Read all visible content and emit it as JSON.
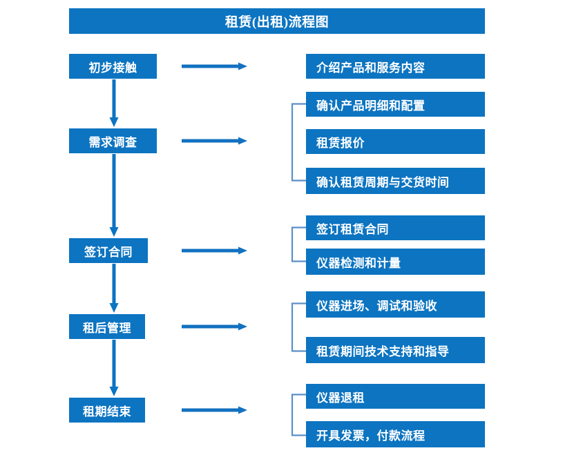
{
  "diagram": {
    "title": "租赁(出租)流程图",
    "accent_color": "#0C74C1",
    "bracket_color": "#5B8FC7",
    "background_color": "#FFFFFF",
    "text_color": "#FFFFFF"
  },
  "stages": [
    {
      "label": "初步接触"
    },
    {
      "label": "需求调查"
    },
    {
      "label": "签订合同"
    },
    {
      "label": "租后管理"
    },
    {
      "label": "租期结束"
    }
  ],
  "details": [
    {
      "label": "介绍产品和服务内容"
    },
    {
      "label": "确认产品明细和配置"
    },
    {
      "label": "租赁报价"
    },
    {
      "label": "确认租赁周期与交货时间"
    },
    {
      "label": "签订租赁合同"
    },
    {
      "label": "仪器检测和计量"
    },
    {
      "label": "仪器进场、调试和验收"
    },
    {
      "label": "租赁期间技术支持和指导"
    },
    {
      "label": "仪器退租"
    },
    {
      "label": "开具发票，付款流程"
    }
  ],
  "connectors": {
    "horizontal_arrow_count": 5,
    "vertical_arrow_count": 4,
    "bracket_count": 4
  }
}
